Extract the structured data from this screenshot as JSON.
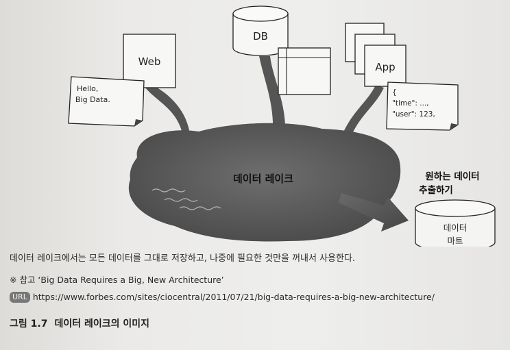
{
  "diagram": {
    "web_label": "Web",
    "db_label": "DB",
    "app_label": "App",
    "hello_lines": [
      "Hello,",
      "Big Data."
    ],
    "json_lines": [
      "{",
      "\"time\": ...,",
      "\"user\": 123,"
    ],
    "lake_label": "데이터 레이크",
    "extract_lines": [
      "원하는 데이터",
      "추출하기"
    ],
    "mart_lines": [
      "데이터",
      "마트"
    ]
  },
  "captions": {
    "description": "데이터 레이크에서는 모든 데이터를 그대로 저장하고, 나중에 필요한 것만을 꺼내서 사용한다.",
    "reference": "※ 참고 ‘Big Data Requires a Big, New Architecture’",
    "url_badge": "URL",
    "url": "https://www.forbes.com/sites/ciocentral/2011/07/21/big-data-requires-a-big-new-architecture/",
    "figure_number": "그림 1.7",
    "figure_title": "데이터 레이크의 이미지"
  }
}
